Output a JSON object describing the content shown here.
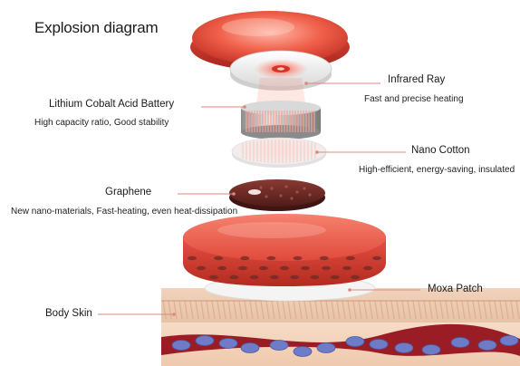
{
  "title": "Explosion diagram",
  "callouts": {
    "infrared": {
      "label": "Infrared Ray",
      "desc": "Fast and precise heating"
    },
    "battery": {
      "label": "Lithium Cobalt Acid Battery",
      "desc": "High capacity ratio, Good stability"
    },
    "nano_cotton": {
      "label": "Nano Cotton",
      "desc": "High-efficient, energy-saving, insulated"
    },
    "graphene": {
      "label": "Graphene",
      "desc": "New nano-materials, Fast-heating, even heat-dissipation"
    },
    "moxa_patch": {
      "label": "Moxa Patch"
    },
    "body_skin": {
      "label": "Body Skin"
    }
  },
  "colors": {
    "device_red": "#e2483a",
    "device_red_dark": "#b82a22",
    "shell_white": "#f1f1f1",
    "battery_silver": "#b9b9b9",
    "coil_pink": "#f3a29a",
    "graphene_brown": "#6e2a25",
    "skin": "#e7c3a5",
    "blood_vessel": "#9b1d26",
    "blood_cell": "#6e7cc8",
    "leader_line": "#d98a80"
  }
}
